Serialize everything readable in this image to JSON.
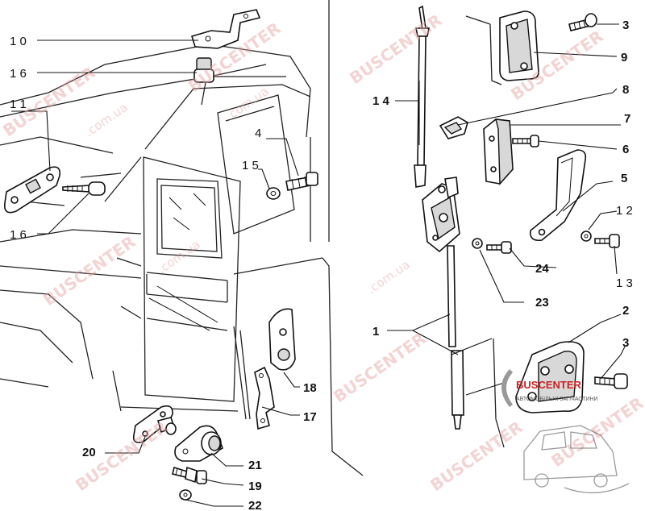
{
  "labels": {
    "l10": "1 0",
    "l16a": "1 6",
    "l11": "1 1",
    "l16b": "1 6",
    "l4": "4",
    "l15": "1 5",
    "l14": "1 4",
    "l1": "1",
    "l3a": "3",
    "l9": "9",
    "l8": "8",
    "l7": "7",
    "l6": "6",
    "l5": "5",
    "l12": "1 2",
    "l13": "1 3",
    "l24": "24",
    "l23": "23",
    "l2": "2",
    "l3b": "3",
    "l18": "18",
    "l17": "17",
    "l20": "20",
    "l21": "21",
    "l19": "19",
    "l22": "22"
  },
  "watermarks": {
    "brand": "BUSCENTER",
    "site": ".com.ua"
  },
  "logo": {
    "title": "BUSCENTER",
    "subtitle": "АВТОМОБІЛЬНІ ЗАПЧАСТИНИ"
  }
}
